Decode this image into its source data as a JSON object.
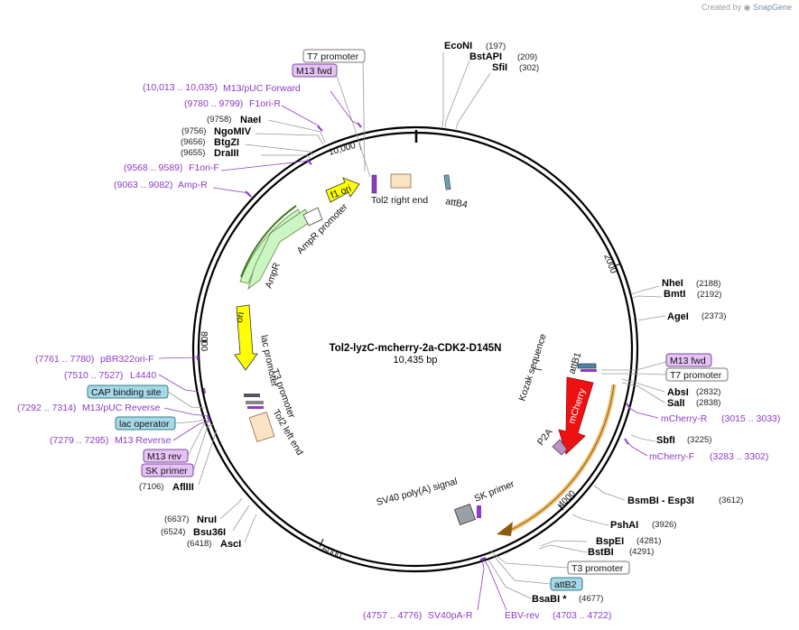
{
  "credit": {
    "prefix": "Created by",
    "brand": "SnapGene"
  },
  "plasmid": {
    "name": "Tol2-lyzC-mcherry-2a-CDK2-D145N",
    "size": "10,435 bp"
  },
  "ticks": [
    "2000",
    "4000",
    "6000",
    "8000",
    "10,000"
  ],
  "enzymes": [
    {
      "name": "EcoNI",
      "pos": "(197)"
    },
    {
      "name": "BstAPI",
      "pos": "(209)"
    },
    {
      "name": "SfiI",
      "pos": "(302)"
    },
    {
      "name": "NheI",
      "pos": "(2188)"
    },
    {
      "name": "BmtI",
      "pos": "(2192)"
    },
    {
      "name": "AgeI",
      "pos": "(2373)"
    },
    {
      "name": "AbsI",
      "pos": "(2832)"
    },
    {
      "name": "SalI",
      "pos": "(2838)"
    },
    {
      "name": "SbfI",
      "pos": "(3225)"
    },
    {
      "name": "BsmBI - Esp3I",
      "pos": "(3612)"
    },
    {
      "name": "PshAI",
      "pos": "(3926)"
    },
    {
      "name": "BspEI",
      "pos": "(4281)"
    },
    {
      "name": "BstBI",
      "pos": "(4291)"
    },
    {
      "name": "BsaBI *",
      "pos": "(4677)"
    },
    {
      "name": "AflIII",
      "pos": "(7106)"
    },
    {
      "name": "NruI",
      "pos": "(6637)"
    },
    {
      "name": "Bsu36I",
      "pos": "(6524)"
    },
    {
      "name": "AscI",
      "pos": "(6418)"
    },
    {
      "name": "NaeI",
      "pos": "(9758)"
    },
    {
      "name": "NgoMIV",
      "pos": "(9756)"
    },
    {
      "name": "BtgZI",
      "pos": "(9656)"
    },
    {
      "name": "DraIII",
      "pos": "(9655)"
    }
  ],
  "primers": [
    {
      "range": "(10,013 .. 10,035)",
      "name": "M13/pUC Forward"
    },
    {
      "range": "(9780 .. 9799)",
      "name": "F1ori-R"
    },
    {
      "range": "(9568 .. 9589)",
      "name": "F1ori-F"
    },
    {
      "range": "(9063 .. 9082)",
      "name": "Amp-R"
    },
    {
      "range": "(7761 .. 7780)",
      "name": "pBR322ori-F"
    },
    {
      "range": "(7510 .. 7527)",
      "name": "L4440"
    },
    {
      "range": "(7292 .. 7314)",
      "name": "M13/pUC Reverse"
    },
    {
      "range": "(7279 .. 7295)",
      "name": "M13 Reverse"
    },
    {
      "range": "(3015 .. 3033)",
      "name": "mCherry-R"
    },
    {
      "range": "(3283 .. 3302)",
      "name": "mCherry-F"
    },
    {
      "range": "(4757 .. 4776)",
      "name": "SV40pA-R"
    },
    {
      "range": "(4703 .. 4722)",
      "name": "EBV-rev"
    }
  ],
  "boxed_features": {
    "t7_top": "T7 promoter",
    "m13fwd_top": "M13 fwd",
    "m13fwd_right": "M13 fwd",
    "t7_right": "T7 promoter",
    "t3_bottom": "T3 promoter",
    "attb2": "attB2",
    "cap": "CAP binding site",
    "lacop": "lac operator",
    "m13rev": "M13 rev",
    "skprimer": "SK primer"
  },
  "features": {
    "f1ori": "f1 ori",
    "ampr_promoter": "AmpR promoter",
    "ampr": "AmpR",
    "ori": "ori",
    "lac_promoter": "lac promoter",
    "t3_promoter": "T3 promoter",
    "tol2_left": "Tol2 left end",
    "tol2_right": "Tol2 right end",
    "attb4": "attB4",
    "kozak": "Kozak sequence",
    "attb1": "attB1",
    "mcherry": "mCherry",
    "p2a": "P2A",
    "sv40": "SV40 poly(A) signal",
    "skprimer": "SK primer"
  },
  "colors": {
    "backbone": "#000000",
    "primer": "#8e3bc6",
    "f1ori": "#ffff00",
    "ori": "#ffff00",
    "ampr": "#ccf5c4",
    "mcherry": "#ee1111",
    "cds_outline": "#f0c070",
    "box_attb": "#a6d8e6",
    "box_purple": "#e6c3f5"
  }
}
